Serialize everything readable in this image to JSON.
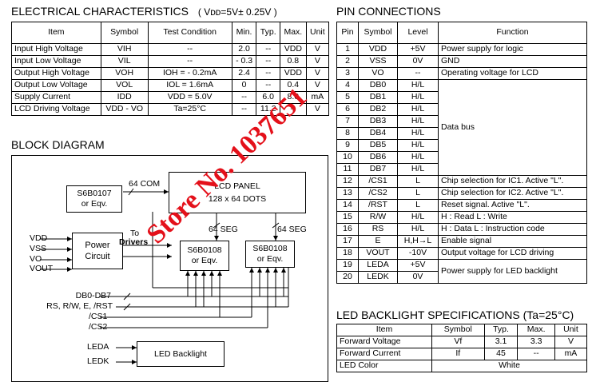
{
  "electrical": {
    "title": "ELECTRICAL CHARACTERISTICS",
    "condition": "( Vᴅᴅ=5V± 0.25V )",
    "headers": [
      "Item",
      "Symbol",
      "Test Condition",
      "Min.",
      "Typ.",
      "Max.",
      "Unit"
    ],
    "rows": [
      [
        "Input  High Voltage",
        "VIH",
        "--",
        "2.0",
        "--",
        "VDD",
        "V"
      ],
      [
        "Input  Low Voltage",
        "VIL",
        "--",
        "- 0.3",
        "--",
        "0.8",
        "V"
      ],
      [
        "Output High Voltage",
        "VOH",
        "IOH = - 0.2mA",
        "2.4",
        "--",
        "VDD",
        "V"
      ],
      [
        "Output Low Voltage",
        "VOL",
        "IOL =   1.6mA",
        "0",
        "--",
        "0.4",
        "V"
      ],
      [
        "Supply Current",
        "IDD",
        "VDD = 5.0V",
        "--",
        "6.0",
        "8.0",
        "mA"
      ],
      [
        "LCD Driving Voltage",
        "VDD - VO",
        "Ta=25°C",
        "--",
        "11.2",
        "--",
        "V"
      ]
    ]
  },
  "pins": {
    "title": "PIN CONNECTIONS",
    "headers": [
      "Pin",
      "Symbol",
      "Level",
      "Function"
    ],
    "rows": [
      [
        "1",
        "VDD",
        "+5V",
        "Power supply for logic"
      ],
      [
        "2",
        "VSS",
        "0V",
        "GND"
      ],
      [
        "3",
        "VO",
        "--",
        "Operating voltage for LCD"
      ],
      [
        "4",
        "DB0",
        "H/L",
        ""
      ],
      [
        "5",
        "DB1",
        "H/L",
        ""
      ],
      [
        "6",
        "DB2",
        "H/L",
        ""
      ],
      [
        "7",
        "DB3",
        "H/L",
        ""
      ],
      [
        "8",
        "DB4",
        "H/L",
        ""
      ],
      [
        "9",
        "DB5",
        "H/L",
        ""
      ],
      [
        "10",
        "DB6",
        "H/L",
        ""
      ],
      [
        "11",
        "DB7",
        "H/L",
        ""
      ],
      [
        "12",
        "/CS1",
        "L",
        "Chip selection for IC1. Active \"L\"."
      ],
      [
        "13",
        "/CS2",
        "L",
        "Chip selection for IC2. Active \"L\"."
      ],
      [
        "14",
        "/RST",
        "L",
        "Reset signal. Active \"L\"."
      ],
      [
        "15",
        "R/W",
        "H/L",
        "H : Read   L : Write"
      ],
      [
        "16",
        "RS",
        "H/L",
        "H : Data   L : Instruction code"
      ],
      [
        "17",
        "E",
        "H,H→L",
        "Enable signal"
      ],
      [
        "18",
        "VOUT",
        "-10V",
        "Output voltage for LCD driving"
      ],
      [
        "19",
        "LEDA",
        "+5V",
        ""
      ],
      [
        "20",
        "LEDK",
        "0V",
        ""
      ]
    ],
    "data_bus_label": "Data bus",
    "led_label": "Power supply for LED backlight"
  },
  "block": {
    "title": "BLOCK DIAGRAM",
    "lcd_panel": "LCD PANEL",
    "lcd_res": "128 x 64 DOTS",
    "ic1_line1": "S6B0107",
    "ic1_line2": "or Eqv.",
    "ic2_line1": "S6B0108",
    "ic2_line2": "or Eqv.",
    "ic3_line1": "S6B0108",
    "ic3_line2": "or Eqv.",
    "power_line1": "Power",
    "power_line2": "Circuit",
    "led_box": "LED Backlight",
    "com": "64 COM",
    "seg1": "64 SEG",
    "seg2": "64 SEG",
    "to": "To",
    "drivers": "Drivers",
    "pwr_in": [
      "VDD",
      "VSS",
      "VO",
      "VOUT"
    ],
    "sig": [
      "DB0-DB7",
      "RS, R/W, E, /RST",
      "/CS1",
      "/CS2"
    ],
    "leda": "LEDA",
    "ledk": "LEDK"
  },
  "backlight": {
    "title": "LED BACKLIGHT SPECIFICATIONS (Ta=25°C)",
    "headers": [
      "Item",
      "Symbol",
      "Typ.",
      "Max.",
      "Unit"
    ],
    "rows": [
      [
        "Forward Voltage",
        "Vf",
        "3.1",
        "3.3",
        "V"
      ],
      [
        "Forward Current",
        "If",
        "45",
        "--",
        "mA"
      ]
    ],
    "color_label": "LED Color",
    "color_value": "White"
  },
  "watermark": "Store No. 1037651"
}
